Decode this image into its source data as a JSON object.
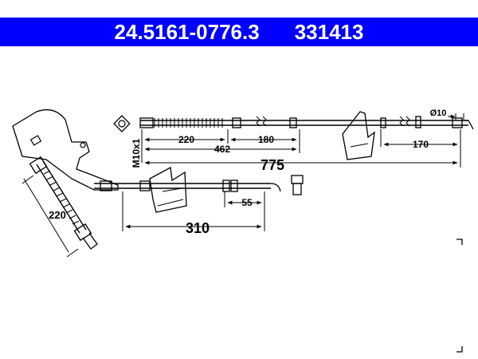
{
  "header": {
    "part_number": "24.5161-0776.3",
    "ref_number": "331413",
    "bg_color": "#0000ff",
    "text_color": "#ffffff"
  },
  "dimensions": {
    "overall_upper": "775",
    "upper_220": "220",
    "upper_462": "462",
    "upper_180": "180",
    "upper_170": "170",
    "diameter": "Ø10",
    "thread": "M10x1",
    "lower_310": "310",
    "lower_55": "55",
    "hose_220": "220"
  }
}
